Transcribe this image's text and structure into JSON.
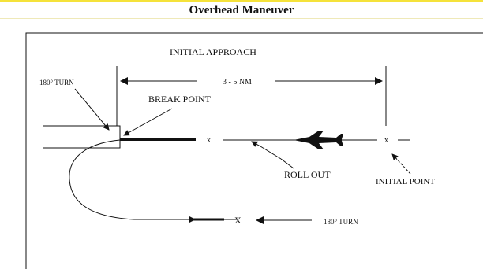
{
  "title": "Overhead Maneuver",
  "labels": {
    "initial_approach": "INITIAL APPROACH",
    "distance": "3 - 5 NM",
    "turn_top": "180° TURN",
    "break_point": "BREAK POINT",
    "roll_out": "ROLL OUT",
    "initial_point": "INITIAL POINT",
    "turn_bottom": "180° TURN",
    "marker_break": "x",
    "marker_initial": "x",
    "marker_downwind": "X"
  },
  "colors": {
    "accent_rule": "#f5e23a",
    "ink": "#111111"
  }
}
